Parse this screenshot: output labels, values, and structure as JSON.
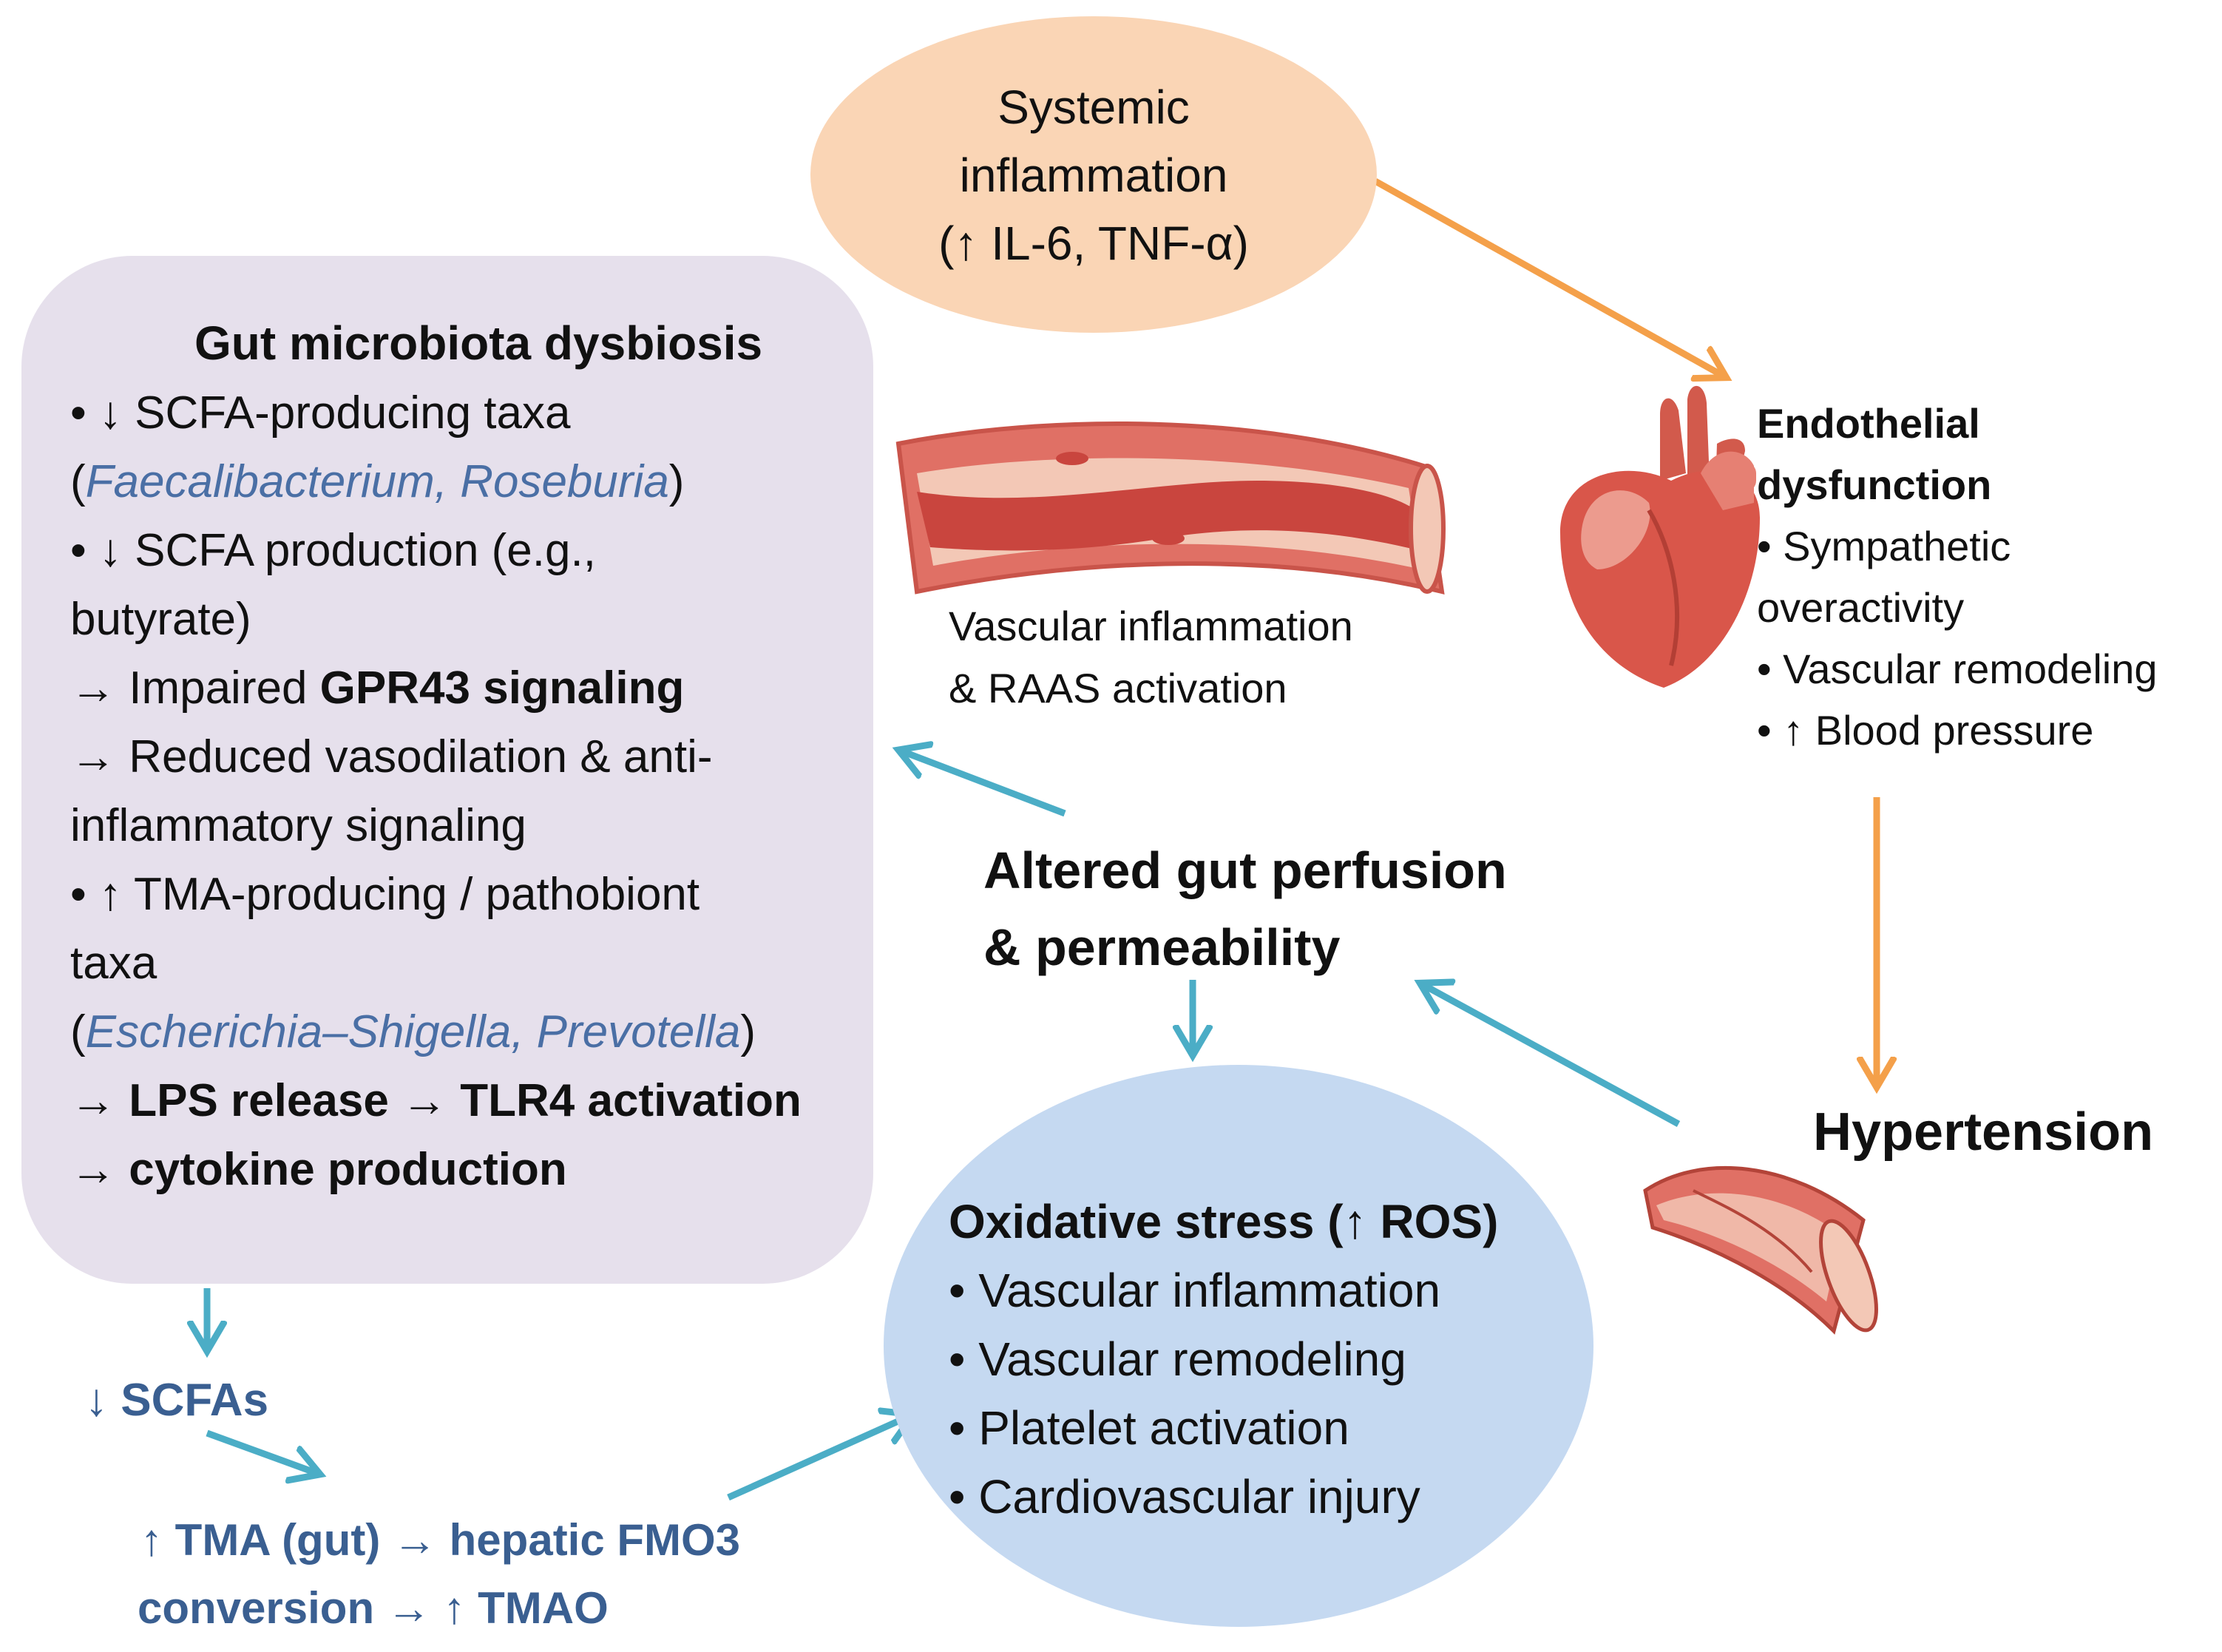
{
  "gut": {
    "title": "Gut microbiota dysbiosis",
    "l1": "• ↓ SCFA-producing taxa",
    "l2_open": "(",
    "l2_taxa": "Faecalibacterium, Roseburia",
    "l2_close": ")",
    "l3": "• ↓ SCFA production (e.g.,",
    "l4": "butyrate)",
    "l5_a": "→ Impaired ",
    "l5_b": "GPR43 signaling",
    "l6": "→ Reduced vasodilation & anti-",
    "l7": "inflammatory signaling",
    "l8": "• ↑ TMA-producing / pathobiont",
    "l9": "taxa",
    "l10_open": "(",
    "l10_taxa": "Escherichia–Shigella, Prevotella",
    "l10_close": ")",
    "l11_a": "→ ",
    "l11_b": "LPS release → TLR4 activation",
    "l12": "→ cytokine production"
  },
  "inflammation": {
    "l1": "Systemic",
    "l2": "inflammation",
    "l3": "(↑ IL-6, TNF-α)"
  },
  "vessel": {
    "l1": "Vascular inflammation",
    "l2": "& RAAS activation"
  },
  "endothelial": {
    "t1": "Endothelial",
    "t2": "dysfunction",
    "b1": "• Sympathetic",
    "b2": "overactivity",
    "b3": "• Vascular remodeling",
    "b4": "• ↑ Blood pressure"
  },
  "perfusion": {
    "l1": "Altered gut perfusion",
    "l2": "& permeability"
  },
  "hypertension": {
    "label": "Hypertension"
  },
  "oxidative": {
    "title": "Oxidative stress (↑ ROS)",
    "b1": "• Vascular inflammation",
    "b2": "• Vascular remodeling",
    "b3": "• Platelet activation",
    "b4": "• Cardiovascular injury"
  },
  "scfa": {
    "label": "↓ SCFAs"
  },
  "tmao": {
    "l1": "↑ TMA (gut) → hepatic FMO3",
    "l2": "conversion → ↑ TMAO"
  },
  "colors": {
    "orange_arrow": "#f4a04a",
    "teal_arrow": "#4badc6",
    "gut_bg": "#e6e0ec",
    "inflam_bg": "#fad5b5",
    "ox_bg": "#c5d9f1",
    "blue_text": "#3a5f91"
  }
}
